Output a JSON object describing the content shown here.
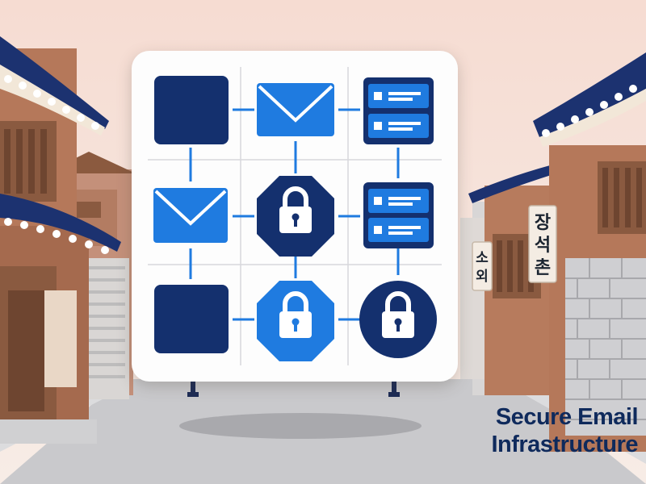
{
  "scene": {
    "caption": {
      "line1": "Secure Email",
      "line2": "Infrastructure"
    },
    "signs": {
      "left_vertical": [
        "소",
        "외"
      ],
      "right_vertical": [
        "장",
        "석",
        "촌"
      ]
    }
  },
  "diagram": {
    "grid": "3x3",
    "nodes": [
      {
        "row": 1,
        "col": 1,
        "icon": "square-block-icon"
      },
      {
        "row": 1,
        "col": 2,
        "icon": "envelope-icon"
      },
      {
        "row": 1,
        "col": 3,
        "icon": "server-icon"
      },
      {
        "row": 2,
        "col": 1,
        "icon": "envelope-icon"
      },
      {
        "row": 2,
        "col": 2,
        "icon": "lock-octagon-icon"
      },
      {
        "row": 2,
        "col": 3,
        "icon": "server-icon"
      },
      {
        "row": 3,
        "col": 1,
        "icon": "square-block-icon"
      },
      {
        "row": 3,
        "col": 2,
        "icon": "lock-octagon-icon"
      },
      {
        "row": 3,
        "col": 3,
        "icon": "lock-circle-icon"
      }
    ]
  },
  "colors": {
    "navy": "#14306e",
    "blue": "#1f7be0",
    "sky": "#f6dfd7",
    "wood": "#9a6446",
    "stone": "#b8b8bc",
    "road": "#c9c9cc"
  }
}
